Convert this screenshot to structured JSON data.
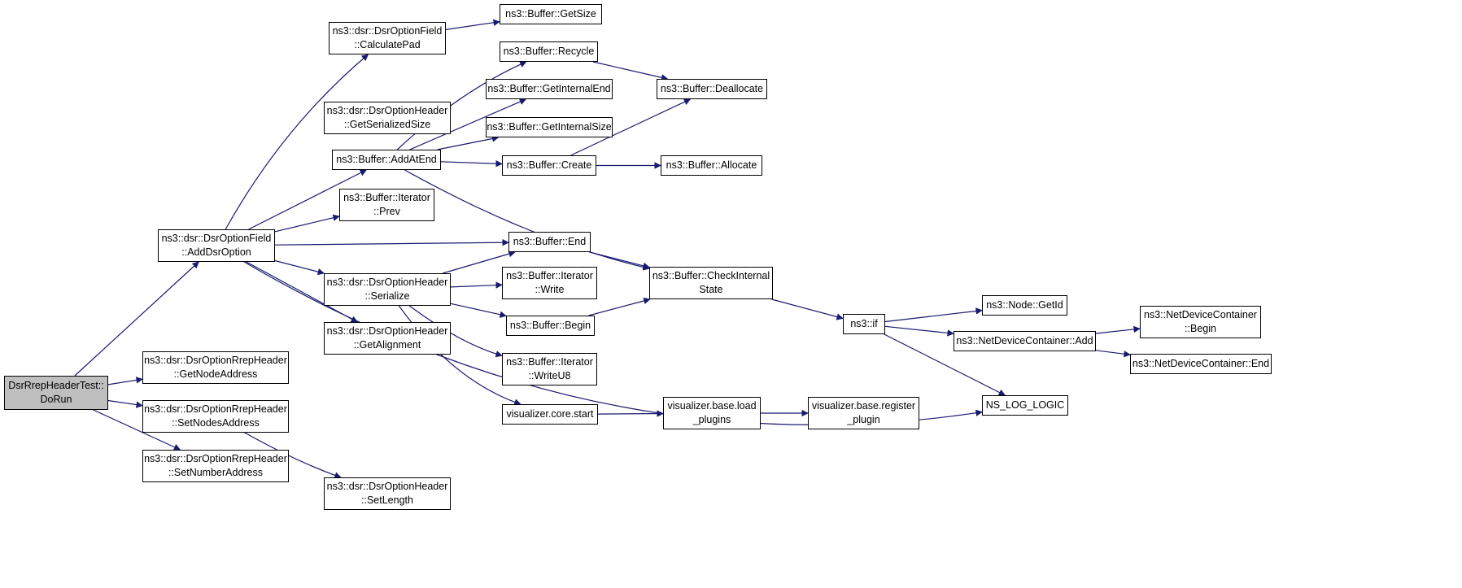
{
  "colors": {
    "edge": "#191970",
    "node_border": "#000000",
    "node_fill": "#ffffff",
    "root_fill": "#bfbfbf"
  },
  "nodes": [
    {
      "id": "root",
      "lines": [
        "DsrRrepHeaderTest::",
        "DoRun"
      ]
    },
    {
      "id": "addDsrOption",
      "lines": [
        "ns3::dsr::DsrOptionField",
        "::AddDsrOption"
      ]
    },
    {
      "id": "getNodeAddress",
      "lines": [
        "ns3::dsr::DsrOptionRrepHeader",
        "::GetNodeAddress"
      ]
    },
    {
      "id": "setNodesAddress",
      "lines": [
        "ns3::dsr::DsrOptionRrepHeader",
        "::SetNodesAddress"
      ]
    },
    {
      "id": "setNumberAddress",
      "lines": [
        "ns3::dsr::DsrOptionRrepHeader",
        "::SetNumberAddress"
      ]
    },
    {
      "id": "calculatePad",
      "lines": [
        "ns3::dsr::DsrOptionField",
        "::CalculatePad"
      ]
    },
    {
      "id": "getSerializedSize",
      "lines": [
        "ns3::dsr::DsrOptionHeader",
        "::GetSerializedSize"
      ]
    },
    {
      "id": "addAtEnd",
      "lines": [
        "ns3::Buffer::AddAtEnd"
      ]
    },
    {
      "id": "iterPrev",
      "lines": [
        "ns3::Buffer::Iterator",
        "::Prev"
      ]
    },
    {
      "id": "serialize",
      "lines": [
        "ns3::dsr::DsrOptionHeader",
        "::Serialize"
      ]
    },
    {
      "id": "getAlignment",
      "lines": [
        "ns3::dsr::DsrOptionHeader",
        "::GetAlignment"
      ]
    },
    {
      "id": "setLength",
      "lines": [
        "ns3::dsr::DsrOptionHeader",
        "::SetLength"
      ]
    },
    {
      "id": "getSize",
      "lines": [
        "ns3::Buffer::GetSize"
      ]
    },
    {
      "id": "recycle",
      "lines": [
        "ns3::Buffer::Recycle"
      ]
    },
    {
      "id": "getInternalEnd",
      "lines": [
        "ns3::Buffer::GetInternalEnd"
      ]
    },
    {
      "id": "getInternalSize",
      "lines": [
        "ns3::Buffer::GetInternalSize"
      ]
    },
    {
      "id": "create",
      "lines": [
        "ns3::Buffer::Create"
      ]
    },
    {
      "id": "end",
      "lines": [
        "ns3::Buffer::End"
      ]
    },
    {
      "id": "iterWrite",
      "lines": [
        "ns3::Buffer::Iterator",
        "::Write"
      ]
    },
    {
      "id": "begin",
      "lines": [
        "ns3::Buffer::Begin"
      ]
    },
    {
      "id": "iterWriteU8",
      "lines": [
        "ns3::Buffer::Iterator",
        "::WriteU8"
      ]
    },
    {
      "id": "vizStart",
      "lines": [
        "visualizer.core.start"
      ]
    },
    {
      "id": "deallocate",
      "lines": [
        "ns3::Buffer::Deallocate"
      ]
    },
    {
      "id": "allocate",
      "lines": [
        "ns3::Buffer::Allocate"
      ]
    },
    {
      "id": "checkInternal",
      "lines": [
        "ns3::Buffer::CheckInternal",
        "State"
      ]
    },
    {
      "id": "loadPlugins",
      "lines": [
        "visualizer.base.load",
        "_plugins"
      ]
    },
    {
      "id": "registerPlugin",
      "lines": [
        "visualizer.base.register",
        "_plugin"
      ]
    },
    {
      "id": "nsif",
      "lines": [
        "ns3::if"
      ]
    },
    {
      "id": "getId",
      "lines": [
        "ns3::Node::GetId"
      ]
    },
    {
      "id": "ndcAdd",
      "lines": [
        "ns3::NetDeviceContainer::Add"
      ]
    },
    {
      "id": "nsLogLogic",
      "lines": [
        "NS_LOG_LOGIC"
      ]
    },
    {
      "id": "ndcBegin",
      "lines": [
        "ns3::NetDeviceContainer",
        "::Begin"
      ]
    },
    {
      "id": "ndcEnd",
      "lines": [
        "ns3::NetDeviceContainer::End"
      ]
    }
  ],
  "edges": [
    [
      "root",
      "addDsrOption"
    ],
    [
      "root",
      "getNodeAddress"
    ],
    [
      "root",
      "setNodesAddress"
    ],
    [
      "root",
      "setNumberAddress"
    ],
    [
      "addDsrOption",
      "calculatePad"
    ],
    [
      "addDsrOption",
      "addAtEnd"
    ],
    [
      "addDsrOption",
      "iterPrev"
    ],
    [
      "addDsrOption",
      "end"
    ],
    [
      "addDsrOption",
      "serialize"
    ],
    [
      "addDsrOption",
      "getAlignment"
    ],
    [
      "addDsrOption",
      "nsLogLogic"
    ],
    [
      "setNodesAddress",
      "setLength"
    ],
    [
      "calculatePad",
      "getSize"
    ],
    [
      "addAtEnd",
      "recycle"
    ],
    [
      "addAtEnd",
      "getInternalEnd"
    ],
    [
      "addAtEnd",
      "getInternalSize"
    ],
    [
      "addAtEnd",
      "create"
    ],
    [
      "addAtEnd",
      "checkInternal"
    ],
    [
      "recycle",
      "deallocate"
    ],
    [
      "create",
      "deallocate"
    ],
    [
      "create",
      "allocate"
    ],
    [
      "serialize",
      "end"
    ],
    [
      "serialize",
      "iterWrite"
    ],
    [
      "serialize",
      "begin"
    ],
    [
      "serialize",
      "iterWriteU8"
    ],
    [
      "serialize",
      "vizStart"
    ],
    [
      "end",
      "checkInternal"
    ],
    [
      "begin",
      "checkInternal"
    ],
    [
      "vizStart",
      "loadPlugins"
    ],
    [
      "loadPlugins",
      "registerPlugin"
    ],
    [
      "checkInternal",
      "nsif"
    ],
    [
      "nsif",
      "getId"
    ],
    [
      "nsif",
      "ndcAdd"
    ],
    [
      "nsif",
      "nsLogLogic"
    ],
    [
      "ndcAdd",
      "ndcBegin"
    ],
    [
      "ndcAdd",
      "ndcEnd"
    ]
  ]
}
